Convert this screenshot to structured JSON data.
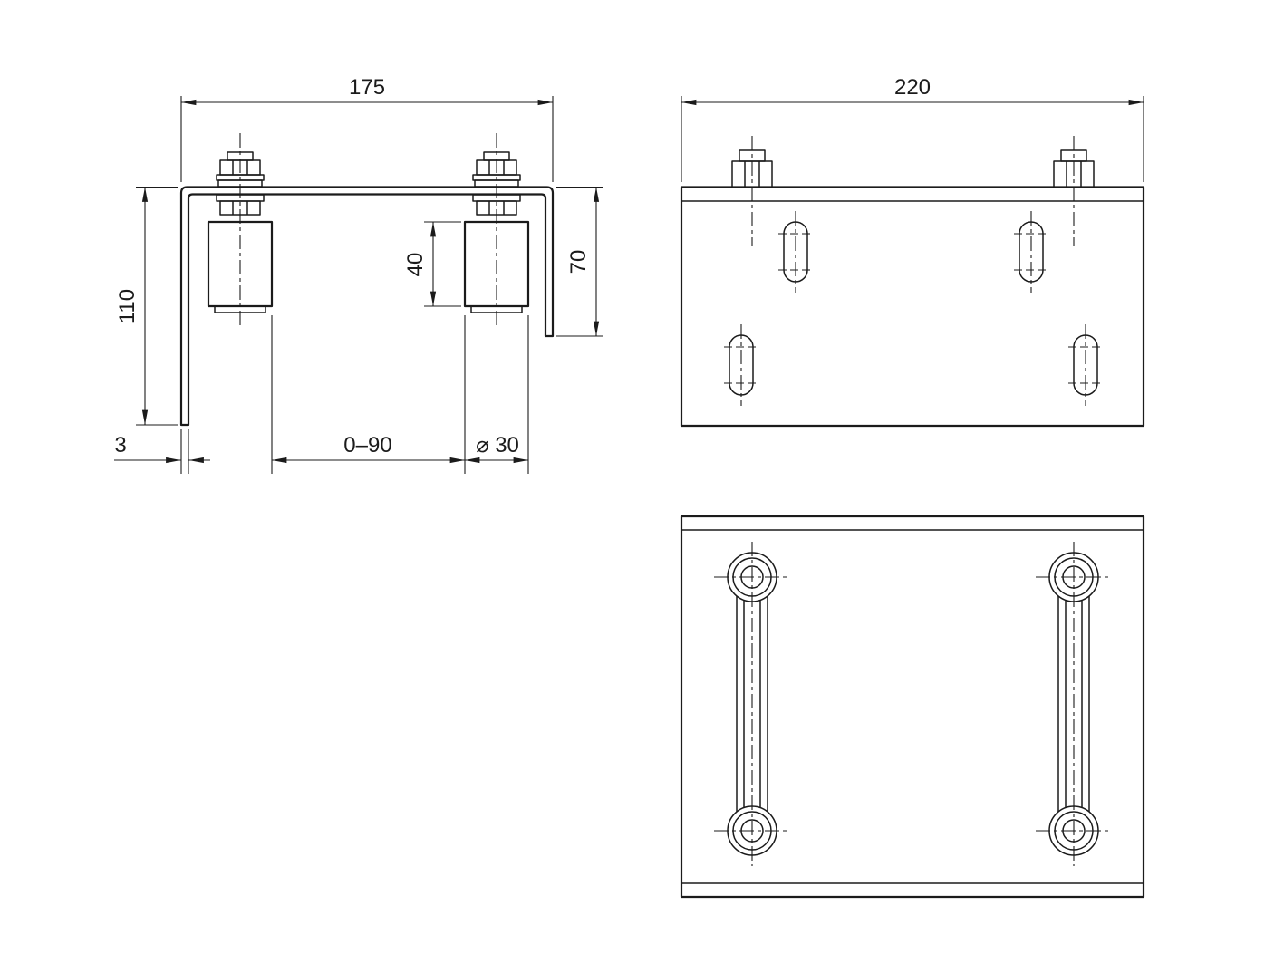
{
  "colors": {
    "ink": "#1b1b1b",
    "background": "#ffffff"
  },
  "front": {
    "width": "175",
    "height_left": "110",
    "height_right": "70",
    "roller_section": "40",
    "thickness": "3",
    "travel": "0–90",
    "diameter": "⌀ 30"
  },
  "top": {
    "width": "220"
  }
}
